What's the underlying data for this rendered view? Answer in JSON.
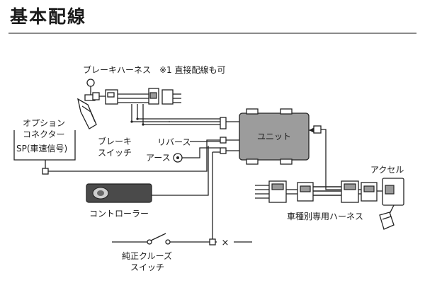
{
  "title": "基本配線",
  "labels": {
    "brake_harness": "ブレーキハーネス　※1 直接配線も可",
    "brake_switch_1": "ブレーキ",
    "brake_switch_2": "スイッチ",
    "option_connector_1": "オプション",
    "option_connector_2": "コネクター",
    "sp_signal": "SP(車速信号)",
    "reverse": "リバース",
    "earth": "アース",
    "unit": "ユニット",
    "accelerator": "アクセル",
    "controller": "コントローラー",
    "vehicle_harness": "車種別専用ハーネス",
    "cruise_switch_1": "純正クルーズ",
    "cruise_switch_2": "スイッチ"
  },
  "symbols": {
    "cross_mark": "×"
  }
}
